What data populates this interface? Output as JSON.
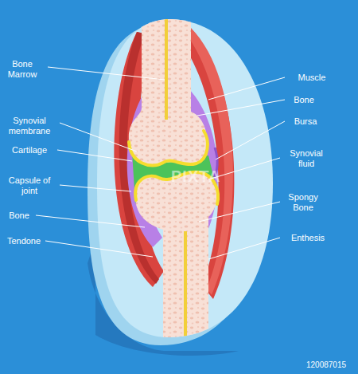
{
  "diagram": {
    "labels": [
      "Bone Marrow",
      "Synovial membrane",
      "Cartilage",
      "Capsule of joint",
      "Bone",
      "Tendone",
      "Muscle",
      "Bone",
      "Bursa",
      "Synovial fluid",
      "Spongy Bone",
      "Enthesis",
      "PIXTA",
      "120087015"
    ]
  }
}
